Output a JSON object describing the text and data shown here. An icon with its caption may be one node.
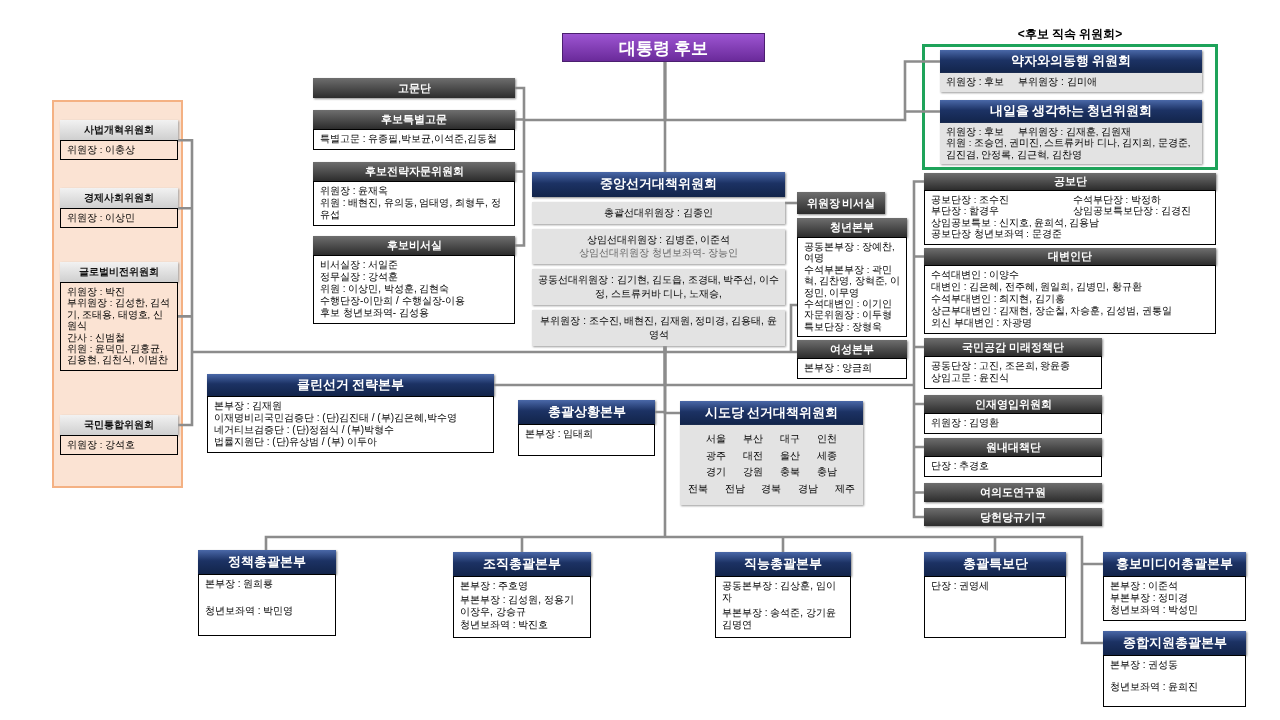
{
  "diagram": {
    "nodes": [
      {
        "text": [
          "대통령 후보"
        ]
      },
      {
        "text": [
          "고문단"
        ]
      },
      {
        "text": [
          "후보특별고문",
          "특별고문 : 유종필,박보균,이석준,김동철"
        ]
      },
      {
        "text": [
          "후보전략자문위원회",
          "위원장 : 윤재옥",
          "위원 : 배현진, 유의동, 엄태영, 최형두, 정유섭"
        ]
      },
      {
        "text": [
          "후보비서실",
          "비서실장 : 서일준",
          "정무실장 : 강석훈",
          "위원 : 이상민, 박성훈, 김현숙",
          "수행단장-이만희 / 수행실장-이용",
          "후보 청년보좌역- 김성용"
        ]
      },
      {
        "text": [
          "<후보 직속 위원회>"
        ]
      },
      {
        "text": [
          "약자와의동행 위원회",
          "위원장 : 후보",
          "부위원장 : 김미애"
        ],
        "in": 5
      },
      {
        "text": [
          "내일을 생각하는 청년위원회",
          "위원장 : 후보",
          "부위원장 : 김재훈, 김원재",
          "위원 : 조승연, 권미진, 스트류커바 디나, 김지희, 문경준, 김진겸, 안정록, 김근혁, 김찬영"
        ],
        "in": 5
      },
      {
        "text": [],
        "shape": "box"
      },
      {
        "text": [
          "사법개혁위원회",
          "위원장 : 이충상"
        ],
        "in": 8
      },
      {
        "text": [
          "경제사회위원회",
          "위원장 : 이상민"
        ],
        "in": 8
      },
      {
        "text": [
          "글로벌비전위원회",
          "위원장 : 박진",
          "부위원장 : 김성한, 김석기, 조태용, 태영호, 신원식",
          "간사 : 신범철",
          "위원 : 윤덕민, 김홍균, 김용현, 김천식, 이범찬"
        ],
        "in": 8
      },
      {
        "text": [
          "국민통합위원회",
          "위원장 : 강석호"
        ],
        "in": 8
      },
      {
        "text": [
          "중앙선거대책위원회",
          "총괄선대위원장 : 김종인",
          "상임선대위원장 : 김병준, 이준석",
          "상임선대위원장 청년보좌역- 장능인",
          "공동선대위원장 : 김기현, 김도읍, 조경태, 박주선, 이수정, 스트류커바 디나, 노재승,",
          "부위원장 : 조수진, 배현진, 김재원, 정미경, 김용태, 윤영석"
        ]
      },
      {
        "text": [
          "위원장 비서실"
        ]
      },
      {
        "text": [
          "청년본부",
          "공동본부장 : 장예찬, 여명",
          "수석부본부장 : 곽민혁, 김찬영, 장혁준, 이정민, 이무영",
          "수석대변인 : 이기인",
          "자문위원장 : 이두형",
          "특보단장 : 장형욱"
        ]
      },
      {
        "text": [
          "여성본부",
          "본부장 : 양금희"
        ]
      },
      {
        "text": [
          "클린선거 전략본부",
          "본부장 : 김재원",
          "이재명비리국민검증단 : (단)김진태 / (부)김은혜,박수영",
          "네거티브검증단 : (단)정점식 / (부)박형수",
          "법률지원단 : (단)유상범 / (부) 이두아"
        ]
      },
      {
        "text": [
          "총괄상황본부",
          "본부장 : 임태희"
        ]
      },
      {
        "text": [
          "시도당 선거대책위원회",
          "서울 부산 대구 인천",
          "광주 대전 울산 세종",
          "경기 강원 충북 충남",
          "전북 전남 경북 경남 제주"
        ]
      },
      {
        "text": [
          "공보단",
          "공보단장 : 조수진",
          "수석부단장 : 박정하",
          "부단장 : 함경우",
          "상임공보특보단장 : 김경진",
          "상임공보특보 : 신지호, 윤희석, 김용남",
          "공보단장 청년보좌역 : 문경준"
        ]
      },
      {
        "text": [
          "대변인단",
          "수석대변인 : 이양수",
          "대변인 : 김은혜, 전주혜, 원일희, 김병민, 황규환",
          "수석부대변인 : 최지현, 김기흥",
          "상근부대변인 : 김재현, 장순칠, 차승훈, 김성범, 권통일",
          "외신 부대변인 : 차광명"
        ]
      },
      {
        "text": [
          "국민공감 미래정책단",
          "공동단장 : 고진, 조은희, 왕윤종",
          "상임고문 : 윤진식"
        ]
      },
      {
        "text": [
          "인재영입위원회",
          "위원장 : 김영환"
        ]
      },
      {
        "text": [
          "원내대책단",
          "단장 : 추경호"
        ]
      },
      {
        "text": [
          "여의도연구원"
        ]
      },
      {
        "text": [
          "당헌당규기구"
        ]
      },
      {
        "text": [
          "정책총괄본부",
          "본부장 : 원희룡",
          "청년보좌역 : 박민영"
        ]
      },
      {
        "text": [
          "조직총괄본부",
          "본부장 : 주호영",
          "부본부장 : 김성원, 정용기 이장우, 강승규",
          "청년보좌역 : 박진호"
        ]
      },
      {
        "text": [
          "직능총괄본부",
          "공동본부장 : 김상훈, 임이자",
          "부본부장 : 송석준, 강기윤 김명연"
        ]
      },
      {
        "text": [
          "총괄특보단",
          "단장 : 권영세"
        ]
      },
      {
        "text": [
          "홍보미디어총괄본부",
          "본부장 : 이준석",
          "부본부장 : 정미경",
          "청년보좌역 : 박성민"
        ]
      },
      {
        "text": [
          "종합지원총괄본부",
          "본부장 : 권성동",
          "청년보좌역 : 윤희진"
        ]
      }
    ],
    "edges": [
      {
        "from": 0,
        "to": 13,
        "arrow": "none"
      },
      {
        "from": 0,
        "to": 1,
        "arrow": "none"
      },
      {
        "from": 0,
        "to": 2,
        "arrow": "none"
      },
      {
        "from": 0,
        "to": 3,
        "arrow": "none"
      },
      {
        "from": 0,
        "to": 4,
        "arrow": "none"
      },
      {
        "from": 0,
        "to": 6,
        "arrow": "none"
      },
      {
        "from": 0,
        "to": 7,
        "arrow": "none"
      },
      {
        "from": 13,
        "to": 14,
        "arrow": "none"
      },
      {
        "from": 13,
        "to": 9,
        "arrow": "none"
      },
      {
        "from": 13,
        "to": 10,
        "arrow": "none"
      },
      {
        "from": 13,
        "to": 11,
        "arrow": "none"
      },
      {
        "from": 13,
        "to": 12,
        "arrow": "none"
      },
      {
        "from": 13,
        "to": 15,
        "arrow": "none"
      },
      {
        "from": 13,
        "to": 16,
        "arrow": "none"
      },
      {
        "from": 13,
        "to": 17,
        "arrow": "none"
      },
      {
        "from": 13,
        "to": 20,
        "arrow": "none"
      },
      {
        "from": 13,
        "to": 21,
        "arrow": "none"
      },
      {
        "from": 13,
        "to": 22,
        "arrow": "none"
      },
      {
        "from": 13,
        "to": 23,
        "arrow": "none"
      },
      {
        "from": 13,
        "to": 24,
        "arrow": "none"
      },
      {
        "from": 13,
        "to": 25,
        "arrow": "none"
      },
      {
        "from": 13,
        "to": 26,
        "arrow": "none"
      },
      {
        "from": 13,
        "to": 18,
        "arrow": "none"
      },
      {
        "from": 13,
        "to": 19,
        "arrow": "none"
      },
      {
        "from": 13,
        "to": 27,
        "arrow": "none"
      },
      {
        "from": 13,
        "to": 28,
        "arrow": "none"
      },
      {
        "from": 13,
        "to": 29,
        "arrow": "none"
      },
      {
        "from": 13,
        "to": 30,
        "arrow": "none"
      },
      {
        "from": 13,
        "to": 31,
        "arrow": "none"
      },
      {
        "from": 13,
        "to": 32,
        "arrow": "none"
      }
    ]
  }
}
